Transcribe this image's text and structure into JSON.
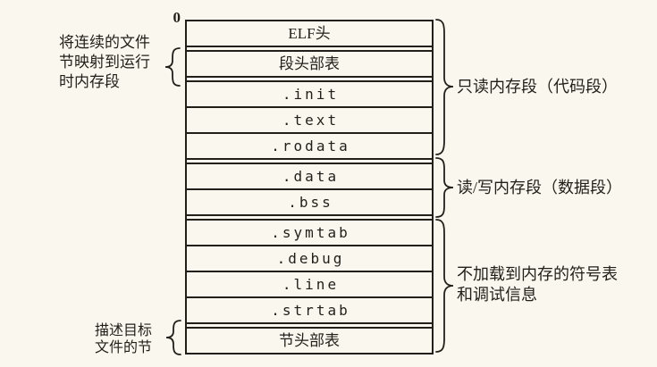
{
  "colors": {
    "background": "#faf7ee",
    "ink": "#221f1a"
  },
  "memory_box": {
    "origin_label": "0",
    "rows": [
      {
        "id": "elf-header",
        "label": "ELF头"
      },
      {
        "id": "segment-header-table",
        "label": "段头部表"
      },
      {
        "id": "init",
        "label": ".init"
      },
      {
        "id": "text",
        "label": ".text"
      },
      {
        "id": "rodata",
        "label": ".rodata"
      },
      {
        "id": "data",
        "label": ".data"
      },
      {
        "id": "bss",
        "label": ".bss"
      },
      {
        "id": "symtab",
        "label": ".symtab"
      },
      {
        "id": "debug",
        "label": ".debug"
      },
      {
        "id": "line",
        "label": ".line"
      },
      {
        "id": "strtab",
        "label": ".strtab"
      },
      {
        "id": "section-header-table",
        "label": "节头部表"
      }
    ]
  },
  "left_annotations": {
    "map_note": {
      "lines": [
        "将连续的文件",
        "节映射到运行",
        "时内存段"
      ]
    },
    "describe_note": {
      "lines": [
        "描述目标",
        "文件的节"
      ]
    }
  },
  "right_annotations": {
    "readonly_segment": {
      "label": "只读内存段（代码段）"
    },
    "readwrite_segment": {
      "label": "读/写内存段（数据段）"
    },
    "not_loaded": {
      "lines": [
        "不加载到内存的符号表",
        "和调试信息"
      ]
    }
  }
}
